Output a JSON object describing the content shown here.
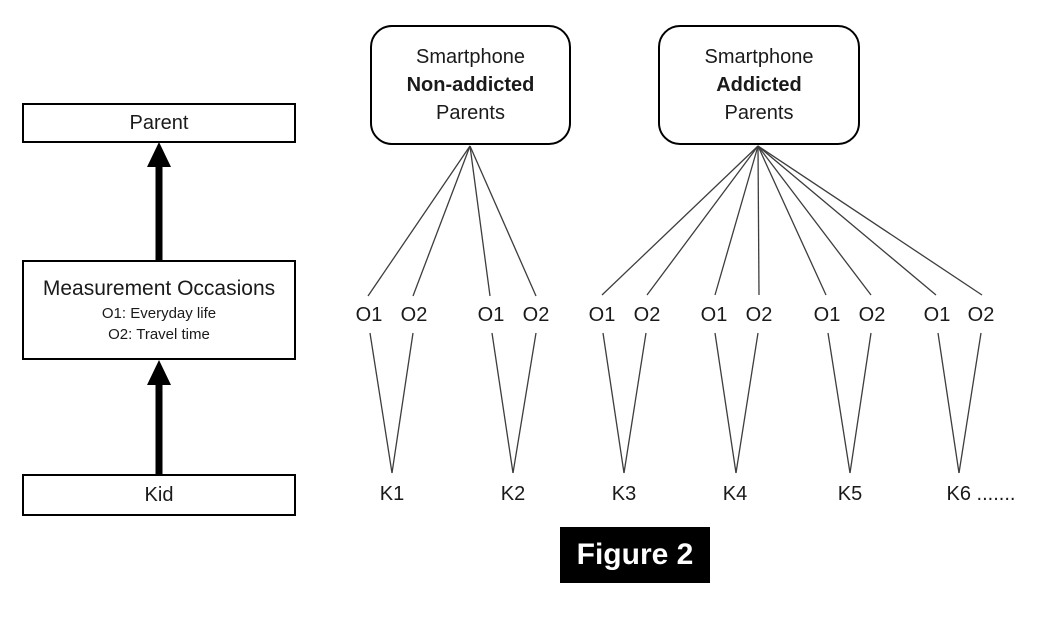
{
  "figure": {
    "caption": "Figure 2"
  },
  "left_panel": {
    "parent_label": "Parent",
    "measurement": {
      "title": "Measurement Occasions",
      "items": [
        {
          "label": "O1: Everyday life"
        },
        {
          "label": "O2: Travel time"
        }
      ]
    },
    "kid_label": "Kid"
  },
  "groups": [
    {
      "line1": "Smartphone",
      "line2": "Non-addicted",
      "line3": "Parents"
    },
    {
      "line1": "Smartphone",
      "line2": "Addicted",
      "line3": "Parents"
    }
  ],
  "occasions": [
    "O1",
    "O2",
    "O1",
    "O2",
    "O1",
    "O2",
    "O1",
    "O2",
    "O1",
    "O2",
    "O1",
    "O2"
  ],
  "kids": [
    "K1",
    "K2",
    "K3",
    "K4",
    "K5",
    "K6 ......."
  ],
  "structure": {
    "non_addicted_kids": [
      "K1",
      "K2"
    ],
    "addicted_kids": [
      "K3",
      "K4",
      "K5",
      "K6"
    ],
    "occasions_per_kid": [
      "O1",
      "O2"
    ]
  },
  "colors": {
    "line": "#3d3d3d",
    "border": "#000000",
    "caption_bg": "#000000",
    "caption_text": "#ffffff"
  }
}
